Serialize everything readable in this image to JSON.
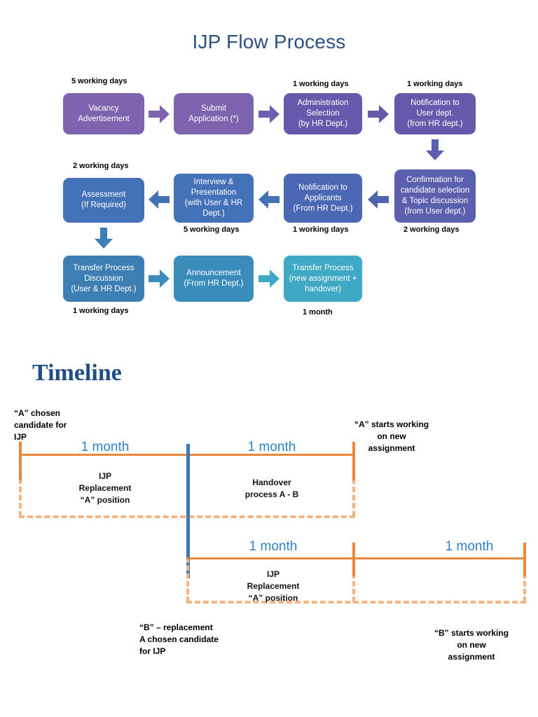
{
  "colors": {
    "title_blue": "#2B5182",
    "timeline_title_blue": "#1F4E87",
    "purple": "#7E63AE",
    "purple_dark": "#5F57A8",
    "blue": "#4472B8",
    "blue_mid": "#3D7FB5",
    "teal": "#3FA8C4",
    "orange": "#E8883A",
    "orange_light": "#F4B483",
    "month_blue": "#2E83C8"
  },
  "flow": {
    "title": "IJP Flow Process",
    "row1": [
      {
        "label": "Vacancy\nAdvertisement",
        "caption": "5 working days",
        "color": "#7E63AE"
      },
      {
        "label": "Submit\nApplication (*)",
        "caption": "",
        "color": "#7E63AE"
      },
      {
        "label": "Administration\nSelection\n(by HR Dept.)",
        "caption": "1 working days",
        "color": "#6459AB"
      },
      {
        "label": "Notification to\nUser dept.\n(from HR dept.)",
        "caption": "1 working days",
        "color": "#6459AB"
      }
    ],
    "row2": [
      {
        "label": "Assessment\n(If Required)",
        "caption": "2 working days",
        "color": "#4472B8"
      },
      {
        "label": "Interview &\nPresentation\n(with User & HR\nDept.)",
        "caption": "5 working days",
        "color": "#4472B8"
      },
      {
        "label": "Notification to\nApplicants\n(From HR Dept.)",
        "caption": "1 working days",
        "color": "#4B68B4"
      },
      {
        "label": "Confirmation for\ncandidate selection\n& Topic discussion\n(from User dept.)",
        "caption": "2 working days",
        "color": "#5A5FAE"
      }
    ],
    "row3": [
      {
        "label": "Transfer Process\nDiscussion\n(User & HR Dept.)",
        "caption": "1 working days",
        "color": "#3D7FB5"
      },
      {
        "label": "Announcement\n(From HR Dept.)",
        "caption": "",
        "color": "#3A8CBA"
      },
      {
        "label": "Transfer Process\n(new assignment +\nhandover)",
        "caption": "1 month",
        "color": "#3FA8C4"
      }
    ]
  },
  "timeline": {
    "title": "Timeline",
    "labels": {
      "a_chosen": "“A” chosen\ncandidate for\nIJP",
      "a_starts": "“A” starts working\non new\nassignment",
      "b_replacement": "“B” – replacement\nA chosen candidate\nfor IJP",
      "b_starts": "“B” starts working\non new\nassignment"
    },
    "bar_a": {
      "segments": [
        {
          "duration": "1 month",
          "body": "IJP\nReplacement\n“A” position"
        },
        {
          "duration": "1 month",
          "body": "Handover\nprocess A - B"
        }
      ]
    },
    "bar_b": {
      "segments": [
        {
          "duration": "1 month",
          "body": "IJP\nReplacement\n“A” position"
        },
        {
          "duration": "1 month",
          "body": ""
        }
      ]
    }
  }
}
